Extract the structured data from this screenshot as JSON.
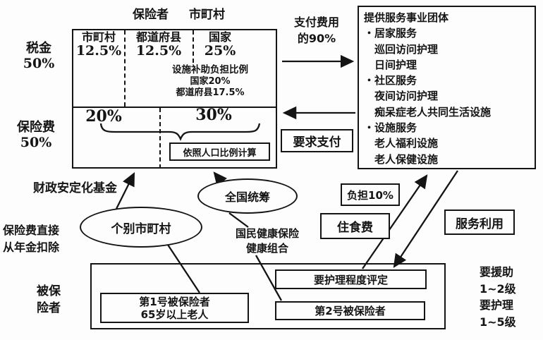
{
  "colors": {
    "ink": "#141414",
    "bg": "#fdfdfd"
  },
  "title_row": {
    "insurer": "保险者",
    "municipality": "市町村"
  },
  "left_labels": {
    "tax": "税金",
    "tax_pct": "50%",
    "premium": "保险费",
    "premium_pct": "50%"
  },
  "funding_box": {
    "cols": [
      {
        "name": "市町村",
        "pct": "12.5%"
      },
      {
        "name": "都道府县",
        "pct": "12.5%"
      },
      {
        "name": "国家",
        "pct": "25%"
      }
    ],
    "facility_subsidy": {
      "line1": "设施补助负担比例",
      "line2": "国家20%",
      "line3": "都道府县17.5%"
    },
    "premium_split": {
      "left_pct": "20%",
      "right_pct": "30%"
    },
    "population_note": "依照人口比例计算"
  },
  "flows": {
    "pay_line1": "支付费用",
    "pay_line2": "的90%",
    "request_payment": "要求支付",
    "burden": "负担10%",
    "room_board": "住食费",
    "service_use": "服务利用"
  },
  "provider_box": {
    "title": "提供服务事业团体",
    "items": [
      {
        "bullet": "・",
        "text": "居家服务"
      },
      {
        "bullet": "",
        "text": "巡回访问护理"
      },
      {
        "bullet": "",
        "text": "日间护理"
      },
      {
        "bullet": "・",
        "text": "社区服务"
      },
      {
        "bullet": "",
        "text": "夜间访问护理"
      },
      {
        "bullet": "",
        "text": "痴呆症老人共同生活设施"
      },
      {
        "bullet": "・",
        "text": "设施服务"
      },
      {
        "bullet": "",
        "text": "老人福利设施"
      },
      {
        "bullet": "",
        "text": "老人保健设施"
      }
    ]
  },
  "middle": {
    "stabilization_fund": "财政安定化基金",
    "national_pooling": "全国统筹",
    "individual_municipality": "个别市町村",
    "pension_deduction_line1": "保险费直接",
    "pension_deduction_line2": "从年金扣除",
    "nhi_line1": "国民健康保险",
    "nhi_line2": "健康组合"
  },
  "insured_box": {
    "label_line1": "被保",
    "label_line2": "险者",
    "no1_line1": "第1号被保险者",
    "no1_line2": "65岁以上老人",
    "care_assessment": "要护理程度评定",
    "no2": "第2号被保险者"
  },
  "care_levels": {
    "support": "要援助",
    "support_range": "1~2级",
    "care": "要护理",
    "care_range": "1~5级"
  }
}
